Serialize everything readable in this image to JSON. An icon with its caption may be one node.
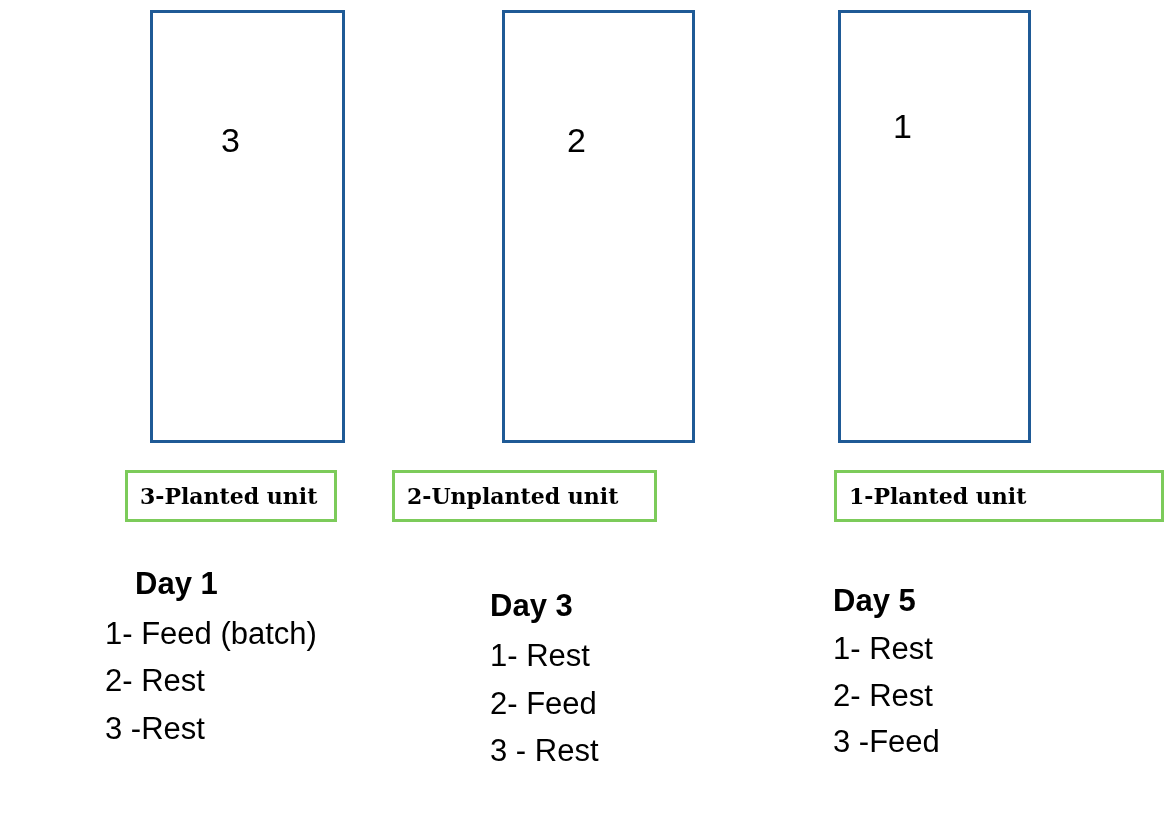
{
  "diagram": {
    "nodes": [
      {
        "text": [
          "3"
        ]
      },
      {
        "text": [
          "2"
        ]
      },
      {
        "text": [
          "1"
        ]
      },
      {
        "text": [
          "3-Planted unit"
        ]
      },
      {
        "text": [
          "2-Unplanted unit"
        ]
      },
      {
        "text": [
          "1-Planted unit"
        ]
      }
    ],
    "labels": [
      "Day 1",
      "1- Feed (batch)",
      "2- Rest",
      "3 -Rest",
      "Day 3",
      "1- Rest",
      "2- Feed",
      "3 - Rest",
      "Day 5",
      "1- Rest",
      "2- Rest",
      "3 -Feed"
    ]
  }
}
